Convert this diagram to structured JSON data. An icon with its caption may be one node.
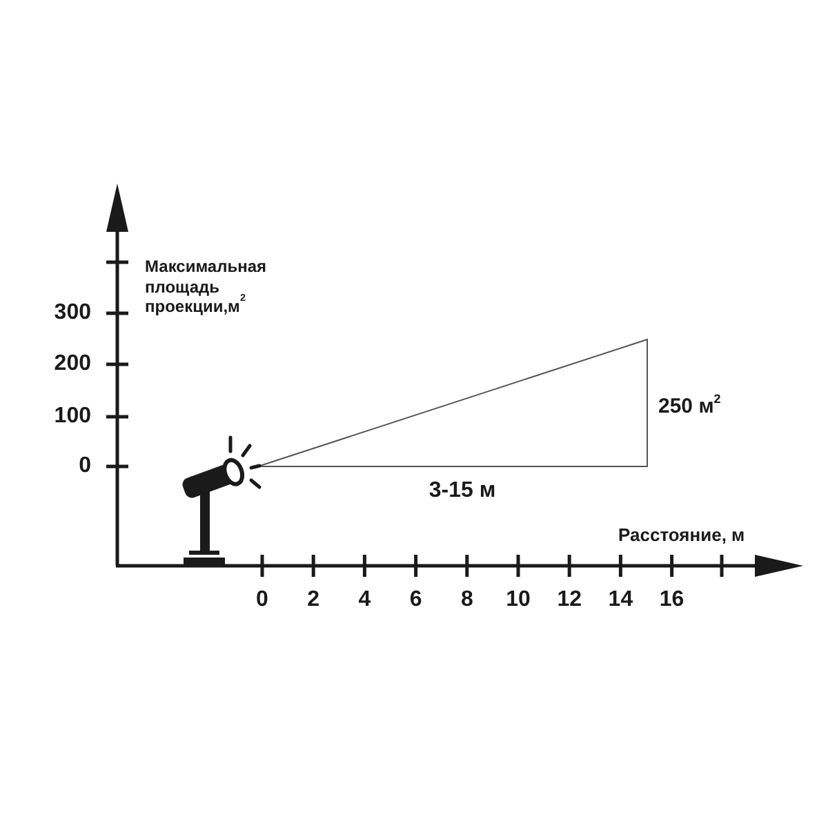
{
  "diagram": {
    "nodes": [
      {
        "text": [],
        "shape": "triangle",
        "beside": [
          "250 м$^{2}$",
          "3-15 м"
        ]
      }
    ],
    "labels": [
      "Максимальная площадь проекции,м$^{2}$",
      "300",
      "200",
      "100",
      "0",
      "Расстояние, м",
      "0",
      "2",
      "4",
      "6",
      "8",
      "10",
      "12",
      "14",
      "16"
    ]
  }
}
